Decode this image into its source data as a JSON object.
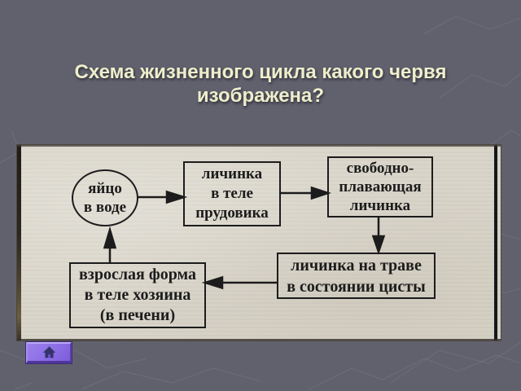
{
  "slide": {
    "title": "Схема жизненного цикла какого червя изображена?",
    "background_color": "#61616e",
    "title_color": "#eeeecb"
  },
  "diagram": {
    "type": "flowchart",
    "paper_color": "#d9d5ca",
    "ink_color": "#1c1c1c",
    "nodes": [
      {
        "id": "egg-in-water",
        "shape": "ellipse",
        "lines": [
          "яйцо",
          "в воде"
        ]
      },
      {
        "id": "larva-in-snail",
        "shape": "rect",
        "lines": [
          "личинка",
          "в теле",
          "прудовика"
        ]
      },
      {
        "id": "free-swimming-larva",
        "shape": "rect",
        "lines": [
          "свободно-",
          "плавающая",
          "личинка"
        ]
      },
      {
        "id": "larva-cyst-on-grass",
        "shape": "rect",
        "lines": [
          "личинка на траве",
          "в состоянии цисты"
        ]
      },
      {
        "id": "adult-in-host",
        "shape": "rect",
        "lines": [
          "взрослая форма",
          "в теле хозяина",
          "(в печени)"
        ]
      }
    ],
    "edges": [
      {
        "from": "egg-in-water",
        "to": "larva-in-snail"
      },
      {
        "from": "larva-in-snail",
        "to": "free-swimming-larva"
      },
      {
        "from": "free-swimming-larva",
        "to": "larva-cyst-on-grass"
      },
      {
        "from": "larva-cyst-on-grass",
        "to": "adult-in-host"
      },
      {
        "from": "adult-in-host",
        "to": "egg-in-water"
      }
    ]
  },
  "nav": {
    "home_button": {
      "icon": "home-icon",
      "fill": "#8c6ee6"
    }
  }
}
